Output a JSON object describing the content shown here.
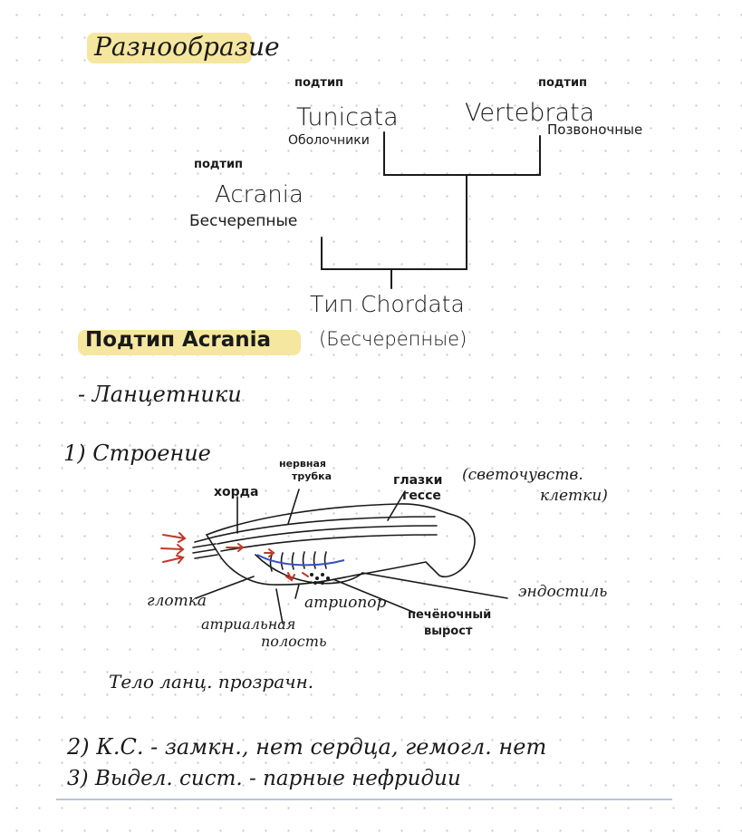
{
  "title": "Разнообразие",
  "tree": {
    "tunicata": {
      "rank": "подтип",
      "name": "Tunicata",
      "ru": "Оболочники"
    },
    "vertebrata": {
      "rank": "подтип",
      "name": "Vertebrata",
      "ru": "Позвоночные"
    },
    "acrania": {
      "rank": "подтип",
      "name": "Acrania",
      "ru": "Бесчерепные"
    },
    "root": "Тип Chordata"
  },
  "section": {
    "heading": "Подтип Acrania",
    "heading_note": "(Бесчерепные)",
    "bullet": "- Ланцетники",
    "structure_heading": "1) Строение"
  },
  "diagram_labels": {
    "horda": "хорда",
    "nerve_tube_1": "нервная",
    "nerve_tube_2": "трубка",
    "hesse_1": "глазки",
    "hesse_2": "гессе",
    "hesse_note_1": "(светочувств.",
    "hesse_note_2": "клетки)",
    "glotka": "глотка",
    "atriopor": "атриопор",
    "endostyle": "эндостиль",
    "atrial_1": "атриальная",
    "atrial_2": "полость",
    "liver_1": "печёночный",
    "liver_2": "вырост"
  },
  "notes": {
    "body": "Тело ланц. прозрачн.",
    "item2": "2) К.С. - замкн., нет сердца, гемогл. нет",
    "item3": "3) Выдел. сист. - парные нефридии"
  },
  "colors": {
    "highlight": "#f6e7a0",
    "arrow_red": "#c0392b",
    "blue_line": "#3a4ec0"
  }
}
